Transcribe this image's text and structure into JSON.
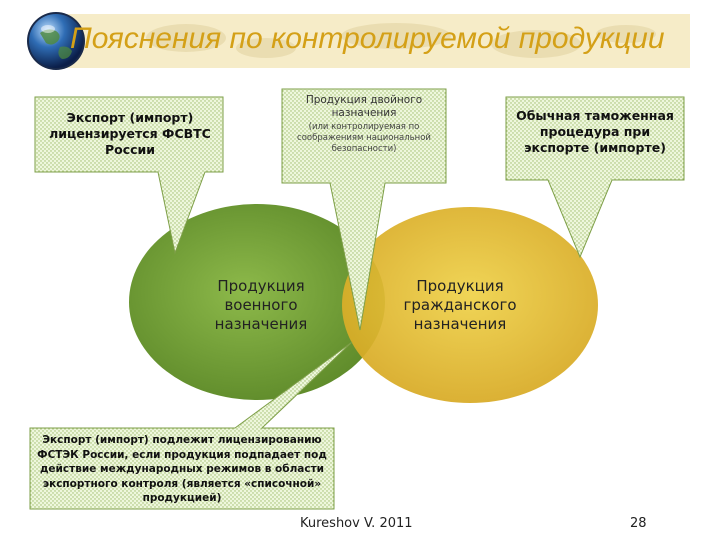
{
  "title": "Пояснения по контролируемой продукции",
  "callouts": {
    "export_license": "Экспорт (импорт) лицензируется ФСВТС России",
    "dual_use": {
      "main": "Продукция двойного назначения",
      "sub": "(или контролируемая по соображениям национальной безопасности)"
    },
    "customs": "Обычная таможенная процедура при экспорте (импорте)",
    "fstek": "Экспорт (импорт) подлежит лицензированию ФСТЭК России, если продукция подпадает под действие международных режимов в области экспортного контроля (является «списочной» продукцией)"
  },
  "ovals": {
    "military": "Продукция военного назначения",
    "civil": "Продукция гражданского назначения"
  },
  "footer": {
    "author": "Kureshov V. 2011",
    "page_number": "28"
  },
  "colors": {
    "title": "#d4a017",
    "military_oval": "#7fa63c",
    "civil_oval": "#e8c030",
    "callout_fill": "#ebf5d6"
  }
}
